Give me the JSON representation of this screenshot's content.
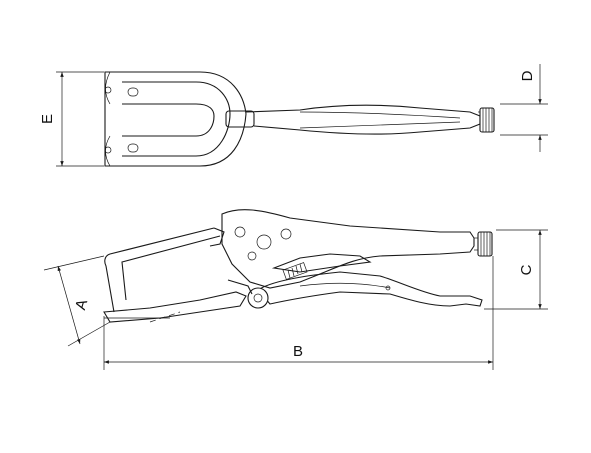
{
  "dimensions": {
    "A": "A",
    "B": "B",
    "C": "C",
    "D": "D",
    "E": "E"
  }
}
